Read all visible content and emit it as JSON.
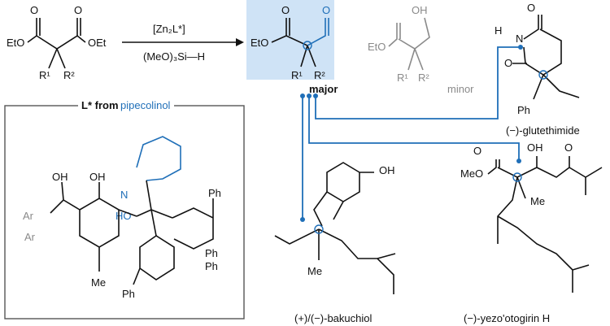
{
  "reagents": {
    "catalyst": "[Zn₂L*]",
    "silane": "(MeO)₃Si—H"
  },
  "labels": {
    "major": "major",
    "minor": "minor",
    "ligand_prefix": "L* from",
    "ligand_source": "pipecolinol",
    "glutethimide": "(−)-glutethimide",
    "bakuchiol": "(+)/(−)-bakuchiol",
    "yezo": "(−)-yezo'otogirin H"
  },
  "atoms": {
    "eto": "EtO",
    "oet": "OEt",
    "o": "O",
    "r1": "R¹",
    "r2": "R²",
    "oh": "OH",
    "h": "H",
    "n": "N",
    "ho": "HO",
    "ph": "Ph",
    "ar": "Ar",
    "me": "Me",
    "meo": "MeO"
  },
  "colors": {
    "accent": "#1f6fb8",
    "highlight_box": "#cfe3f6",
    "minor_gray": "#8a8a8a"
  }
}
